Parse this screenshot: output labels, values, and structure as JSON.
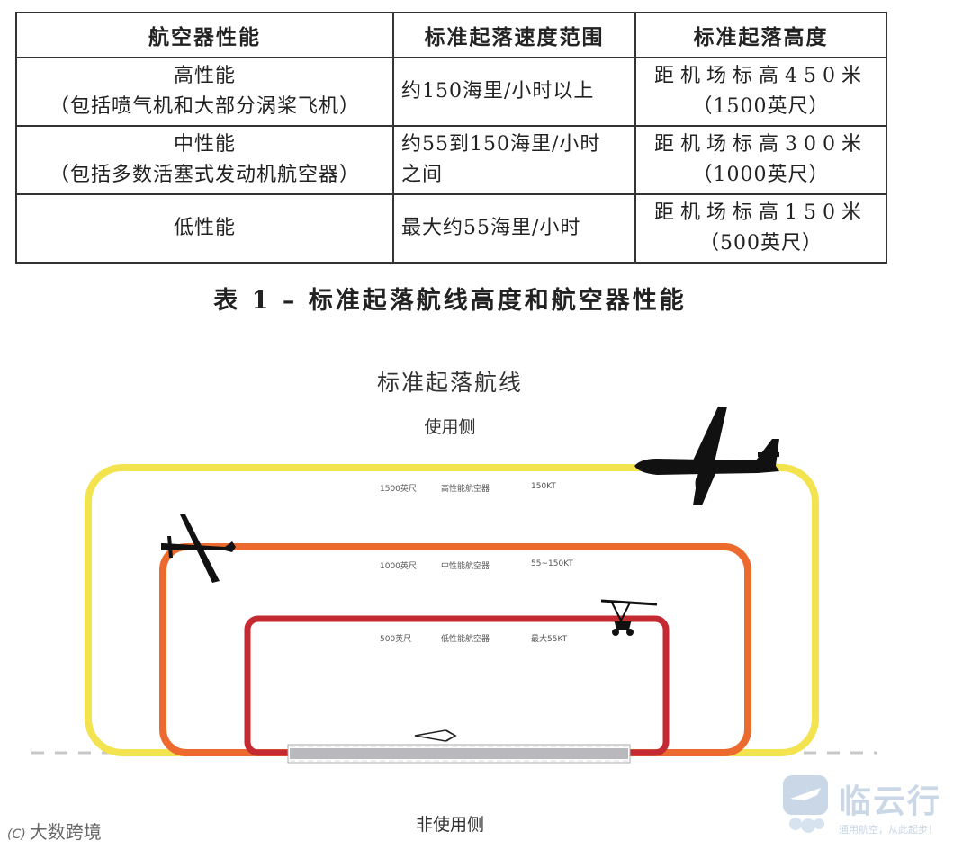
{
  "table": {
    "headers": [
      "航空器性能",
      "标准起落速度范围",
      "标准起落高度"
    ],
    "rows": [
      {
        "performance": [
          "高性能",
          "（包括喷气机和大部分涡桨飞机）"
        ],
        "speed": [
          "约150海里/小时以上"
        ],
        "altitude": [
          "距机场标高450米",
          "（1500英尺）"
        ]
      },
      {
        "performance": [
          "中性能",
          "（包括多数活塞式发动机航空器）"
        ],
        "speed": [
          "约55到150海里/小时",
          "之间"
        ],
        "altitude": [
          "距机场标高300米",
          "（1000英尺）"
        ]
      },
      {
        "performance": [
          "低性能"
        ],
        "speed": [
          "最大约55海里/小时"
        ],
        "altitude": [
          "距机场标高150米",
          "（500英尺）"
        ]
      }
    ]
  },
  "caption": "表 1 – 标准起落航线高度和航空器性能",
  "diagram": {
    "title": "标准起落航线",
    "active_side": "使用侧",
    "inactive_side": "非使用侧",
    "patterns": [
      {
        "altitude": "1500英尺",
        "category": "高性能航空器",
        "speed": "150KT",
        "color": "#f2e34f"
      },
      {
        "altitude": "1000英尺",
        "category": "中性能航空器",
        "speed": "55~150KT",
        "color": "#ec6a2e"
      },
      {
        "altitude": "500英尺",
        "category": "低性能航空器",
        "speed": "最大55KT",
        "color": "#c42a32"
      }
    ],
    "runway_color": "#b9b9bd",
    "aircraft_icons": [
      "turboprop-airliner-icon",
      "light-aircraft-icon",
      "trike-ultralight-icon"
    ]
  },
  "watermarks": {
    "left_logo": "(C)",
    "left_text": "大数跨境",
    "right_brand": "临云行",
    "right_slogan": "通用航空，从此起步！"
  }
}
